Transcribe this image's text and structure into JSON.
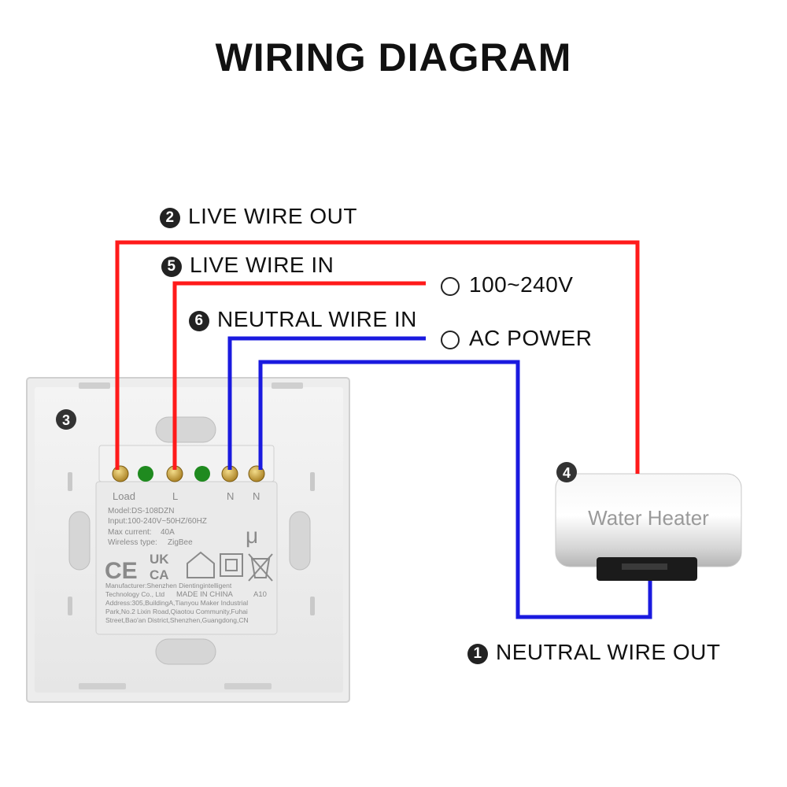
{
  "title": "WIRING DIAGRAM",
  "labels": {
    "live_out": {
      "num": "2",
      "text": "LIVE WIRE OUT"
    },
    "live_in": {
      "num": "5",
      "text": "LIVE WIRE IN"
    },
    "neutral_in": {
      "num": "6",
      "text": "NEUTRAL WIRE IN"
    },
    "voltage": "100~240V",
    "ac_power": "AC POWER",
    "neutral_out": {
      "num": "1",
      "text": "NEUTRAL WIRE OUT"
    }
  },
  "switch": {
    "num": "3",
    "terminals": [
      "Load",
      "L",
      "N",
      "N"
    ],
    "model": "Model:DS-108DZN",
    "input": "Input:100-240V~50HZ/60HZ",
    "max_current_label": "Max current:",
    "max_current_value": "40A",
    "wireless_label": "Wireless type:",
    "wireless_value": "ZigBee",
    "logo": "μ",
    "marks": [
      "CE",
      "UK",
      "CA"
    ],
    "manufacturer_1": "Manufacturer:Shenzhen Dientingintelligent",
    "manufacturer_2": "Technology Co., Ltd",
    "made_in": "MADE IN CHINA",
    "version": "A10",
    "address_1": "Address:305,BuildingA,Tianyou Maker Industrial",
    "address_2": "Park,No.2 Lixin Road,Qiaotou Community,Fuhai",
    "address_3": "Street,Bao'an District,Shenzhen,Guangdong,CN"
  },
  "heater": {
    "num": "4",
    "name": "Water Heater"
  },
  "colors": {
    "live": "#ff1a1a",
    "neutral": "#1a1adf",
    "terminal": "#c7a23a",
    "indicator": "#1f8a1f"
  }
}
